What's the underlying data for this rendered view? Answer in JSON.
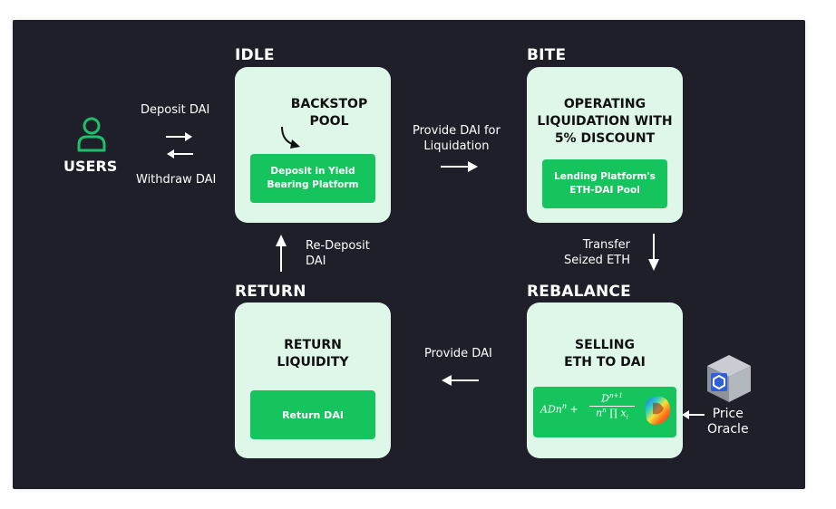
{
  "users": {
    "label": "USERS"
  },
  "flows": {
    "deposit": "Deposit DAI",
    "withdraw": "Withdraw DAI",
    "provide_liquidation": "Provide DAI for\nLiquidation",
    "transfer_eth": "Transfer\nSeized ETH",
    "provide_dai": "Provide DAI",
    "redeposit": "Re-Deposit\nDAI"
  },
  "states": {
    "idle": {
      "title": "IDLE",
      "heading": "BACKSTOP\nPOOL",
      "inner": "Deposit in Yield\nBearing Platform"
    },
    "bite": {
      "title": "BITE",
      "heading": "OPERATING\nLIQUIDATION WITH\n5% DISCOUNT",
      "inner": "Lending Platform's\nETH-DAI Pool"
    },
    "rebalance": {
      "title": "REBALANCE",
      "heading": "SELLING\nETH TO DAI",
      "formula_left": "ADn",
      "formula_left_sup": "n",
      "formula_plus": "+",
      "formula_num": "D",
      "formula_num_sup": "n+1",
      "formula_den": "n",
      "formula_den_sup": "n",
      "formula_den_rest": "∏ x",
      "formula_den_sub": "i"
    },
    "return": {
      "title": "RETURN",
      "heading": "RETURN\nLIQUIDITY",
      "inner": "Return DAI"
    }
  },
  "oracle": {
    "label": "Price\nOracle"
  },
  "colors": {
    "background": "#1e1f29",
    "card": "#dff7e8",
    "accent_green": "#15c45c",
    "user_icon": "#1fbf6a"
  }
}
